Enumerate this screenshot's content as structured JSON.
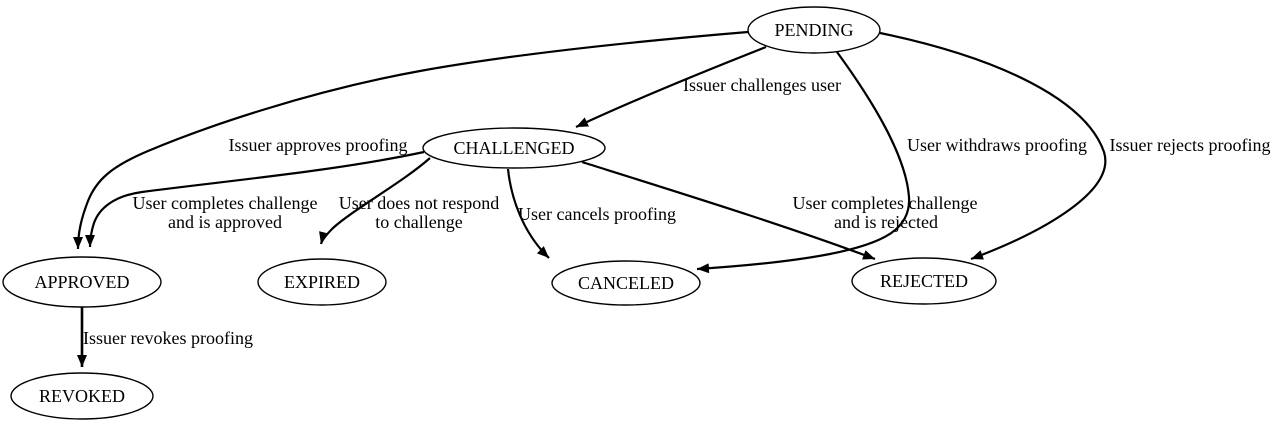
{
  "diagram": {
    "type": "state-machine-graph",
    "background_color": "#ffffff",
    "stroke_color": "#000000",
    "text_color": "#000000",
    "nodes": {
      "pending": {
        "label": "PENDING"
      },
      "challenged": {
        "label": "CHALLENGED"
      },
      "approved": {
        "label": "APPROVED"
      },
      "expired": {
        "label": "EXPIRED"
      },
      "canceled": {
        "label": "CANCELED"
      },
      "rejected": {
        "label": "REJECTED"
      },
      "revoked": {
        "label": "REVOKED"
      }
    },
    "edges": {
      "pending_challenged": {
        "from": "PENDING",
        "to": "CHALLENGED",
        "label": "Issuer challenges user"
      },
      "pending_approved": {
        "from": "PENDING",
        "to": "APPROVED",
        "label": "Issuer approves proofing"
      },
      "pending_canceled": {
        "from": "PENDING",
        "to": "CANCELED",
        "label": "User withdraws proofing"
      },
      "pending_rejected": {
        "from": "PENDING",
        "to": "REJECTED",
        "label": "Issuer rejects proofing"
      },
      "challenged_approved": {
        "from": "CHALLENGED",
        "to": "APPROVED",
        "label_line1": "User completes challenge",
        "label_line2": "and is approved"
      },
      "challenged_expired": {
        "from": "CHALLENGED",
        "to": "EXPIRED",
        "label_line1": "User does not respond",
        "label_line2": "to challenge"
      },
      "challenged_canceled": {
        "from": "CHALLENGED",
        "to": "CANCELED",
        "label": "User cancels proofing"
      },
      "challenged_rejected": {
        "from": "CHALLENGED",
        "to": "REJECTED",
        "label_line1": "User completes challenge",
        "label_line2": "and is rejected"
      },
      "approved_revoked": {
        "from": "APPROVED",
        "to": "REVOKED",
        "label": "Issuer revokes proofing"
      }
    }
  }
}
